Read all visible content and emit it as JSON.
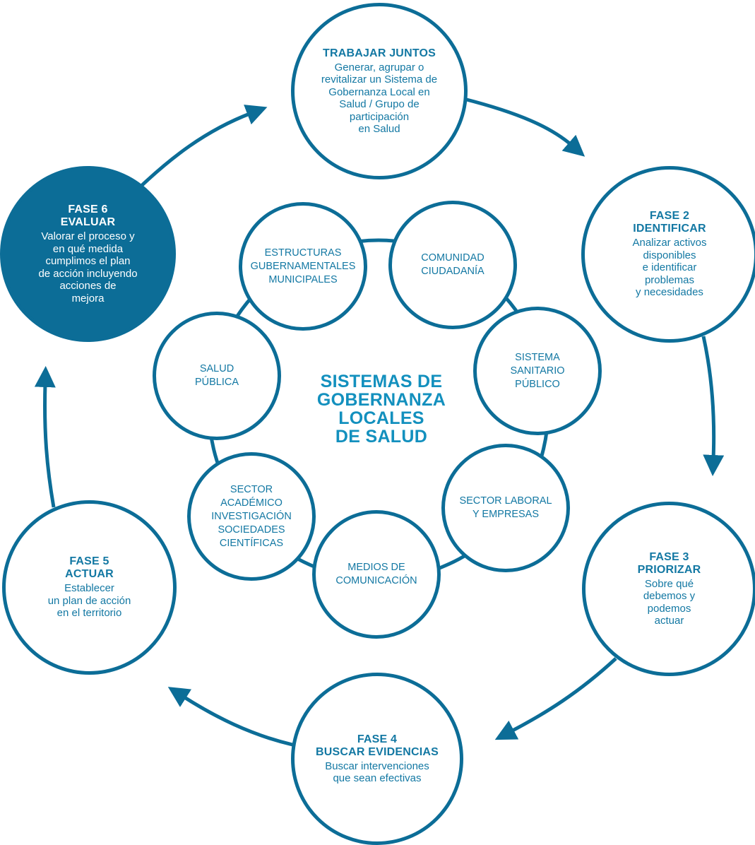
{
  "center": {
    "title": "SISTEMAS DE\nGOBERNANZA\nLOCALES\nDE SALUD"
  },
  "phases": [
    {
      "title": "TRABAJAR JUNTOS",
      "text": "Generar, agrupar o\nrevitalizar un Sistema de\nGobernanza Local en\nSalud / Grupo de\nparticipación\nen Salud"
    },
    {
      "title": "FASE 2\nIDENTIFICAR",
      "text": "Analizar activos\ndisponibles\ne identificar\nproblemas\ny necesidades"
    },
    {
      "title": "FASE 3\nPRIORIZAR",
      "text": "Sobre qué\ndebemos y\npodemos\nactuar"
    },
    {
      "title": "FASE 4\nBUSCAR EVIDENCIAS",
      "text": "Buscar intervenciones\nque sean efectivas"
    },
    {
      "title": "FASE 5\nACTUAR",
      "text": "Establecer\nun plan de acción\nen el territorio"
    },
    {
      "title": "FASE 6\nEVALUAR",
      "text": "Valorar el proceso y\nen qué medida\ncumplimos el plan\nde acción incluyendo\nacciones de\nmejora"
    }
  ],
  "actors": [
    "ESTRUCTURAS\nGUBERNAMENTALES\nMUNICIPALES",
    "COMUNIDAD\nCIUDADANÍA",
    "SISTEMA\nSANITARIO\nPÚBLICO",
    "SECTOR LABORAL\nY EMPRESAS",
    "MEDIOS DE\nCOMUNICACIÓN",
    "SECTOR ACADÉMICO\nINVESTIGACIÓN\nSOCIEDADES\nCIENTÍFICAS",
    "SALUD\nPÚBLICA"
  ],
  "colors": {
    "primary": "#0c6d97",
    "text": "#1378a3",
    "title": "#1390be"
  }
}
